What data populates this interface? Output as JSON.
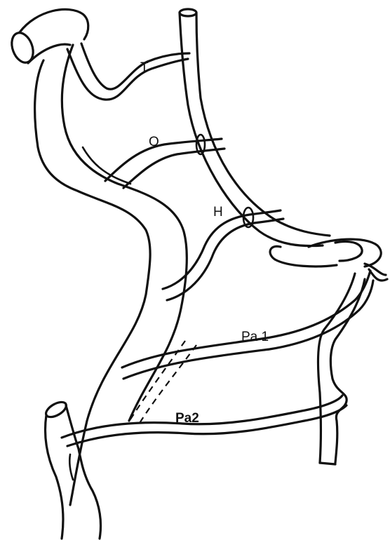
{
  "labels": {
    "t": "T",
    "o": "O",
    "h": "H",
    "pa1": "Pa 1",
    "pa2": "Pa2"
  },
  "colors": {
    "line": "#111111",
    "background": "#ffffff"
  }
}
